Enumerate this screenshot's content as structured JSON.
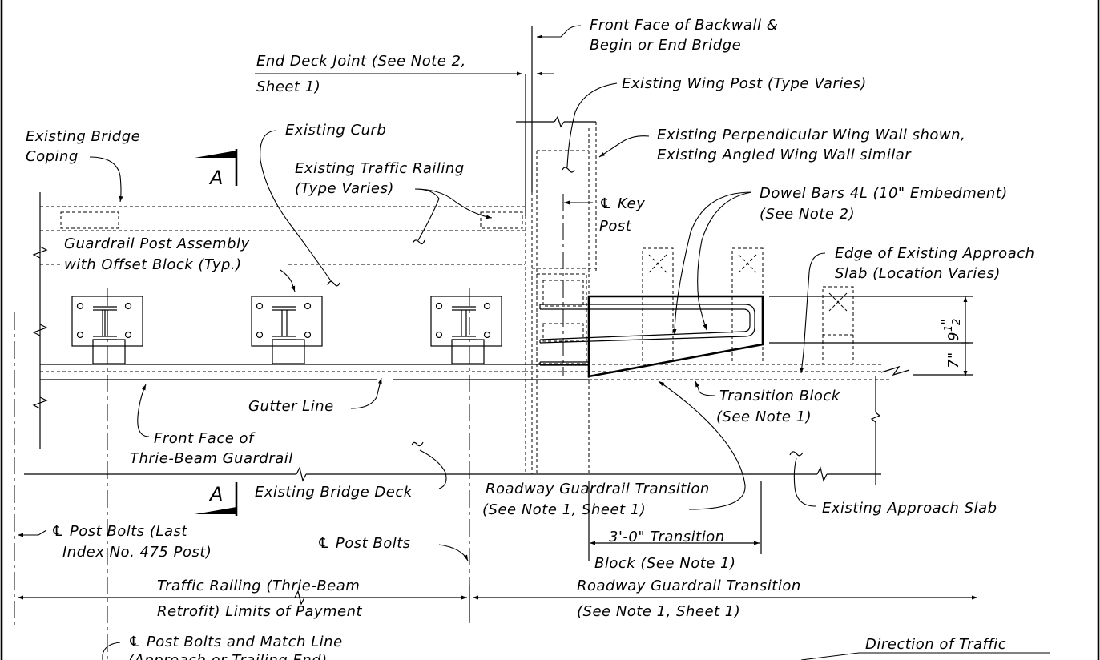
{
  "labels": {
    "front_face_backwall": [
      "Front Face of Backwall &",
      "Begin or End Bridge"
    ],
    "end_deck_joint": [
      "End Deck Joint (See Note 2,",
      "Sheet 1)"
    ],
    "existing_wing_post": "Existing Wing Post (Type Varies)",
    "existing_bridge_coping": [
      "Existing Bridge",
      "Coping"
    ],
    "existing_curb": "Existing Curb",
    "existing_wing_wall": [
      "Existing Perpendicular Wing Wall shown,",
      "Existing Angled Wing Wall similar"
    ],
    "section_mark": "A",
    "existing_traffic_railing": [
      "Existing Traffic Railing",
      "(Type Varies)"
    ],
    "key_post": [
      "℄ Key",
      "Post"
    ],
    "dowel_bars": [
      "Dowel Bars 4L (10\" Embedment)",
      "(See Note 2)"
    ],
    "guardrail_post_assembly": [
      "Guardrail Post Assembly",
      "with Offset Block (Typ.)"
    ],
    "edge_approach_slab": [
      "Edge of Existing Approach",
      "Slab (Location Varies)"
    ],
    "dim_9_whole": "9",
    "dim_9_num": "1",
    "dim_9_den": "2",
    "dim_9_unit": "\"",
    "dim_7": "7\"",
    "transition_block": [
      "Transition Block",
      "(See Note 1)"
    ],
    "gutter_line": "Gutter Line",
    "front_face_guardrail": [
      "Front Face of",
      "Thrie-Beam Guardrail"
    ],
    "existing_bridge_deck": "Existing Bridge Deck",
    "roadway_guardrail_transition_note": [
      "Roadway Guardrail Transition",
      "(See Note 1, Sheet 1)"
    ],
    "existing_approach_slab": "Existing Approach Slab",
    "cl_post_bolts_last": [
      "℄ Post Bolts (Last",
      "Index No. 475 Post)"
    ],
    "cl_post_bolts": "℄ Post Bolts",
    "transition_block_dim": [
      "3'-0\" Transition",
      "Block (See Note 1)"
    ],
    "traffic_railing_limits": [
      "Traffic Railing (Thrie-Beam",
      "Retrofit) Limits of Payment"
    ],
    "roadway_guardrail_transition_dim": [
      "Roadway Guardrail Transition",
      "(See Note 1, Sheet 1)"
    ],
    "cl_post_bolts_match": [
      "℄ Post Bolts and Match Line",
      "(Approach or Trailing End)"
    ],
    "direction_of_traffic": "Direction of Traffic"
  }
}
